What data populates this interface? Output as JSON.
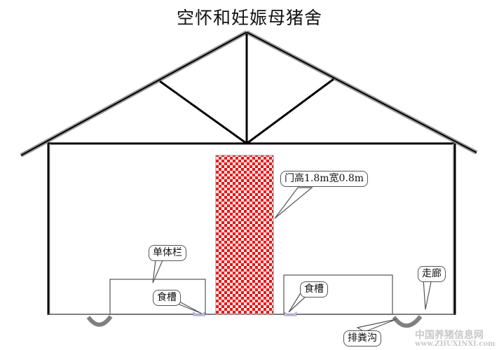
{
  "title": "空怀和妊娠母猪舍",
  "labels": {
    "door": "门高1.8m宽0.8m",
    "single_pen": "单体栏",
    "trough_left": "食槽",
    "trough_right": "食槽",
    "corridor": "走廊",
    "manure_ditch": "排粪沟"
  },
  "watermark": {
    "line1": "中国养猪信息网",
    "line2": "www.ZHUXINXI.com"
  },
  "colors": {
    "door_check_a": "#ff0000",
    "door_check_b": "#ffffff",
    "trough": "#c8c8f0",
    "ditch": "#808080"
  }
}
